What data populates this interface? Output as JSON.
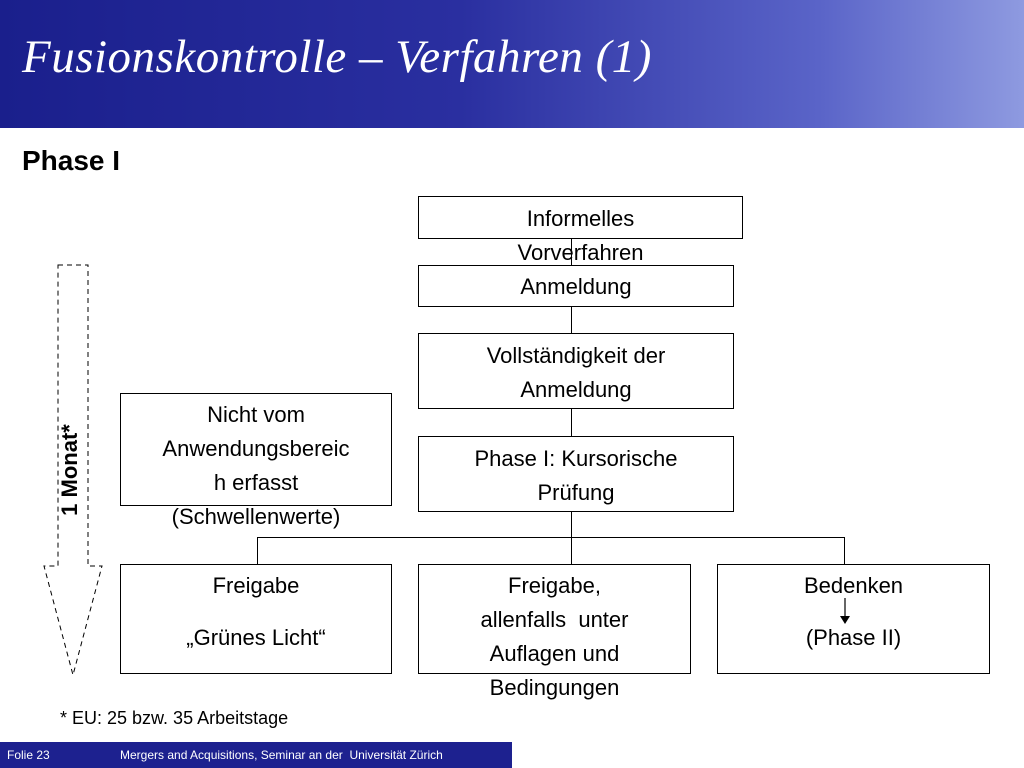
{
  "slide": {
    "title": "Fusionskontrolle – Verfahren (1)",
    "heading": "Phase I"
  },
  "diagram": {
    "informelles": [
      "Informelles",
      "Vorverfahren"
    ],
    "anmeldung": "Anmeldung",
    "vollstaendigkeit": [
      "Vollständigkeit der",
      "Anmeldung"
    ],
    "phase1": [
      "Phase I: Kursorische",
      "Prüfung"
    ],
    "nicht": [
      "Nicht vom",
      "Anwendungsbereic",
      "h erfasst",
      "(Schwellenwerte)"
    ],
    "freigabe": [
      "Freigabe",
      "„Grünes Licht“"
    ],
    "freigabe_auflagen": [
      "Freigabe,",
      "allenfalls  unter",
      "Auflagen und",
      "Bedingungen"
    ],
    "bedenken": [
      "Bedenken",
      "(Phase II)"
    ],
    "timeline_label": "1 Monat*"
  },
  "footnote": "* EU: 25 bzw. 35 Arbeitstage",
  "footer": {
    "slide_number": "Folie 23",
    "course": "Mergers and Acquisitions, Seminar an der  Universität Zürich"
  }
}
